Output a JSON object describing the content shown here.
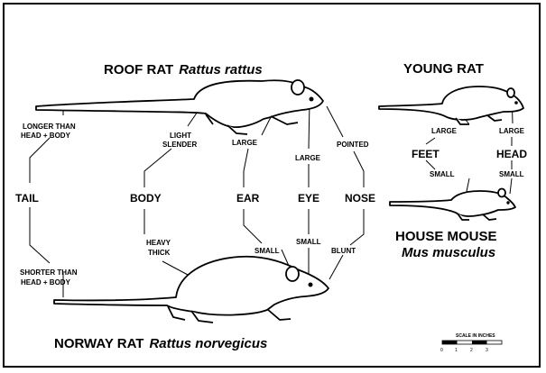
{
  "titles": {
    "roof_common": "ROOF RAT",
    "roof_latin": "Rattus rattus",
    "norway_common": "NORWAY RAT",
    "norway_latin": "Rattus norvegicus",
    "young": "YOUNG RAT",
    "mouse_common": "HOUSE MOUSE",
    "mouse_latin": "Mus musculus"
  },
  "traits": {
    "tail": "TAIL",
    "body": "BODY",
    "ear": "EAR",
    "eye": "EYE",
    "nose": "NOSE",
    "feet": "FEET",
    "head": "HEAD"
  },
  "descriptors": {
    "tail_long_1": "LONGER THAN",
    "tail_long_2": "HEAD + BODY",
    "tail_short_1": "SHORTER THAN",
    "tail_short_2": "HEAD + BODY",
    "body_light": "LIGHT",
    "body_slender": "SLENDER",
    "body_heavy": "HEAVY",
    "body_thick": "THICK",
    "ear_large": "LARGE",
    "ear_small": "SMALL",
    "eye_large": "LARGE",
    "eye_small": "SMALL",
    "nose_pointed": "POINTED",
    "nose_blunt": "BLUNT",
    "feet_large": "LARGE",
    "feet_small": "SMALL",
    "head_large": "LARGE",
    "head_small": "SMALL"
  },
  "scale": {
    "label": "SCALE IN INCHES",
    "ticks": [
      "0",
      "1",
      "2",
      "3"
    ]
  }
}
